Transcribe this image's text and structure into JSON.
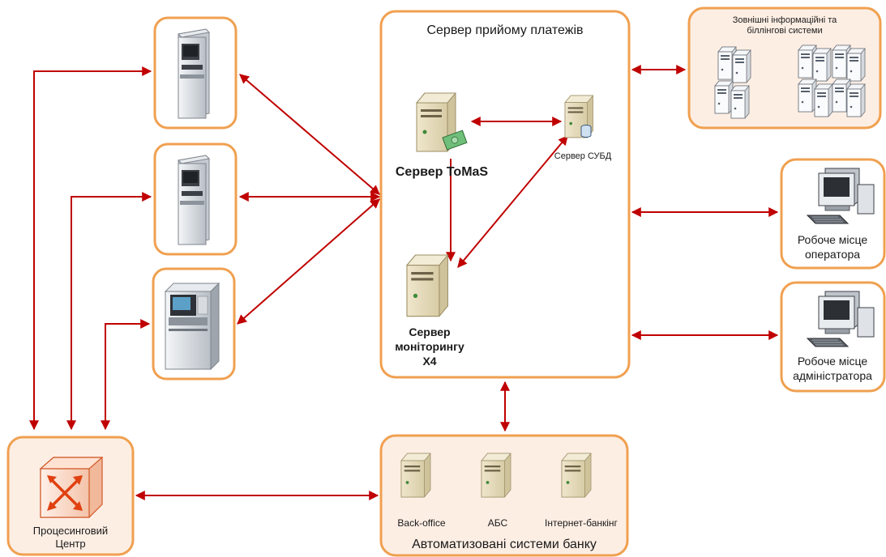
{
  "diagram": {
    "server_block": {
      "title": "Сервер прийому платежів"
    },
    "tomas_server": {
      "label": "Сервер ToMaS"
    },
    "dbms_server": {
      "label": "Сервер СУБД"
    },
    "monitoring_server": {
      "label_line1": "Сервер",
      "label_line2": "моніторингу",
      "label_line3": "X4"
    },
    "external_systems": {
      "label_line1": "Зовнішні інформаційні та",
      "label_line2": "біллінгові системи"
    },
    "operator_workstation": {
      "label_line1": "Робоче місце",
      "label_line2": "оператора"
    },
    "admin_workstation": {
      "label_line1": "Робоче місце",
      "label_line2": "адміністратора"
    },
    "processing_center": {
      "label_line1": "Процесинговий",
      "label_line2": "Центр"
    },
    "bank_systems": {
      "title": "Автоматизовані системи банку",
      "items": [
        {
          "label": "Back-office"
        },
        {
          "label": "АБС"
        },
        {
          "label": "Інтернет-банкінг"
        }
      ]
    },
    "colors": {
      "box_border": "#f0a050",
      "box_fill_light": "#fdeee4",
      "arrow": "#c00000",
      "server_body": "#ece4cc",
      "server_front": "#d6cba8"
    }
  }
}
